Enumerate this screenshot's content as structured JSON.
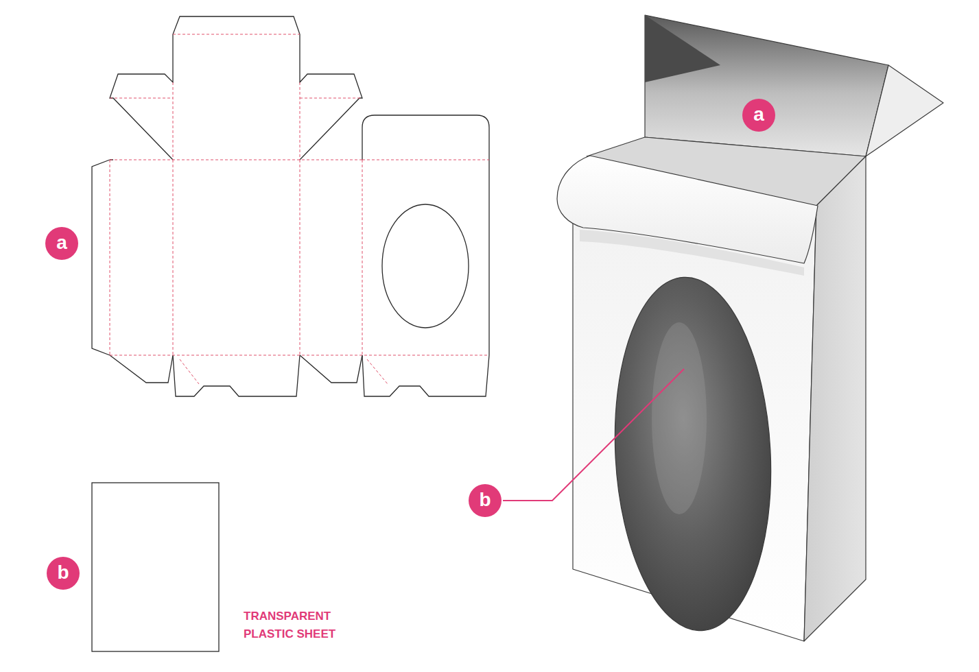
{
  "diagram": {
    "labels": [
      "a",
      "a",
      "b",
      "b",
      "TRANSPARENT PLASTIC SHEET"
    ]
  }
}
